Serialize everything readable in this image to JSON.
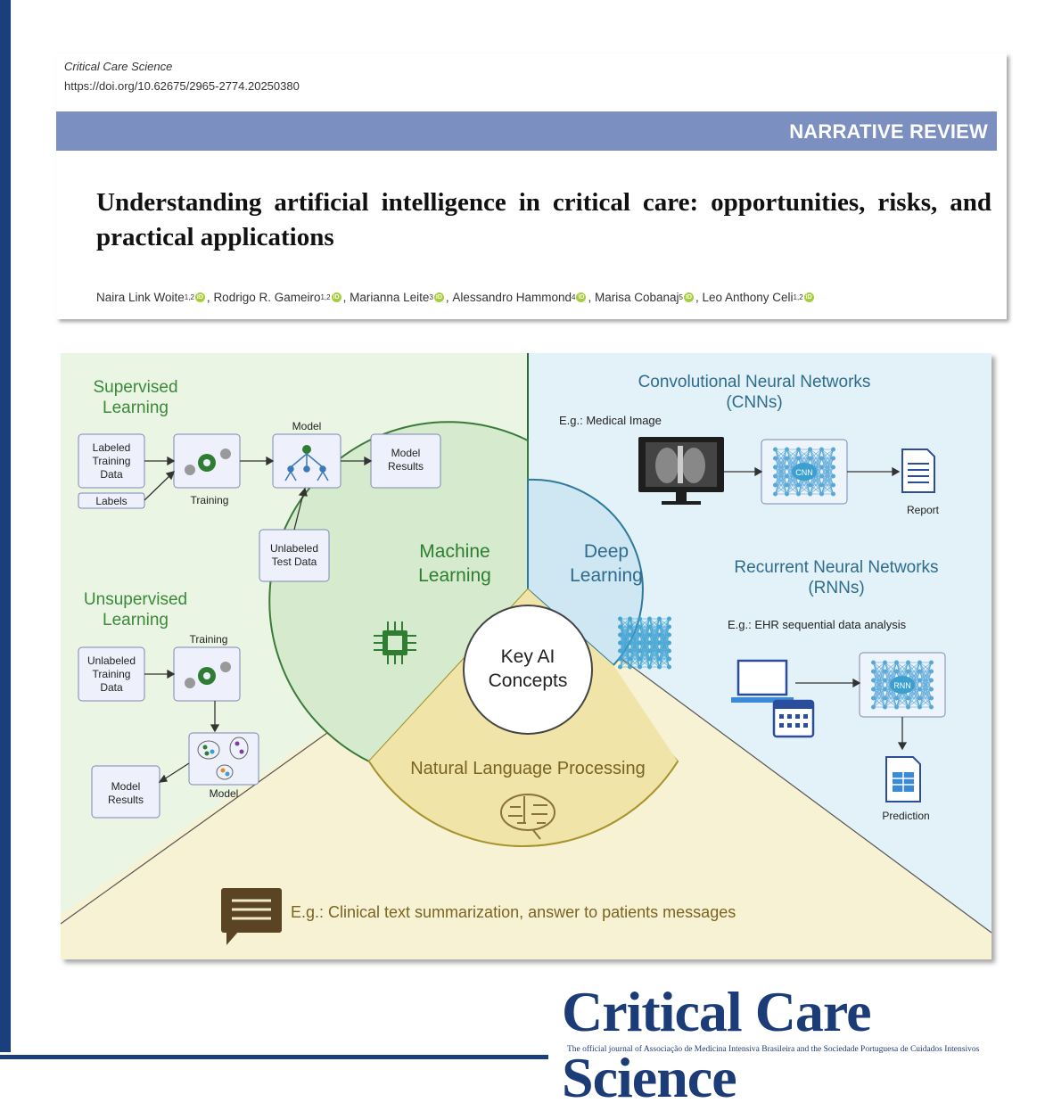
{
  "header": {
    "journal": "Critical Care Science",
    "doi": "https://doi.org/10.62675/2965-2774.20250380",
    "section": "NARRATIVE REVIEW",
    "title": "Understanding artificial intelligence in critical care: opportunities, risks, and practical applications",
    "authors": [
      {
        "name": "Naira Link Woite",
        "aff": "1,2"
      },
      {
        "name": "Rodrigo R. Gameiro",
        "aff": "1,2"
      },
      {
        "name": "Marianna Leite",
        "aff": "3"
      },
      {
        "name": "Alessandro Hammond",
        "aff": "4"
      },
      {
        "name": "Marisa Cobanaj",
        "aff": "5"
      },
      {
        "name": "Leo Anthony Celi",
        "aff": "1,2"
      }
    ]
  },
  "figure": {
    "center": [
      "Key AI",
      "Concepts"
    ],
    "machine_learning": [
      "Machine",
      "Learning"
    ],
    "deep_learning": [
      "Deep",
      "Learning"
    ],
    "nlp": "Natural Language Processing",
    "supervised": {
      "title": [
        "Supervised",
        "Learning"
      ],
      "labeled_data": [
        "Labeled",
        "Training",
        "Data"
      ],
      "labels": "Labels",
      "training": "Training",
      "model": "Model",
      "model_results": [
        "Model",
        "Results"
      ],
      "test_data": [
        "Unlabeled",
        "Test Data"
      ]
    },
    "unsupervised": {
      "title": [
        "Unsupervised",
        "Learning"
      ],
      "training": "Training",
      "unlabeled_data": [
        "Unlabeled",
        "Training",
        "Data"
      ],
      "model": "Model",
      "model_results": [
        "Model",
        "Results"
      ]
    },
    "cnn": {
      "title": [
        "Convolutional Neural Networks",
        "(CNNs)"
      ],
      "example": "E.g.: Medical Image",
      "net_label": "CNN",
      "output": "Report"
    },
    "rnn": {
      "title": [
        "Recurrent Neural Networks",
        "(RNNs)"
      ],
      "example": "E.g.: EHR sequential data analysis",
      "net_label": "RNN",
      "output": "Prediction"
    },
    "nlp_example": "E.g.: Clinical text summarization, answer to patients messages",
    "colors": {
      "green_bg": "#eaf4e2",
      "blue_bg": "#e3f1f8",
      "yellow_bg": "#f7f1d2",
      "green_text": "#3a8a3a",
      "blue_text": "#2e6c8e",
      "yellow_text": "#7a6420"
    }
  },
  "footer": {
    "logo": "Critical Care Science",
    "tagline": "The official journal of Associação de Medicina Intensiva Brasileira and the Sociedade Portuguesa de Cuidados Intensivos"
  }
}
